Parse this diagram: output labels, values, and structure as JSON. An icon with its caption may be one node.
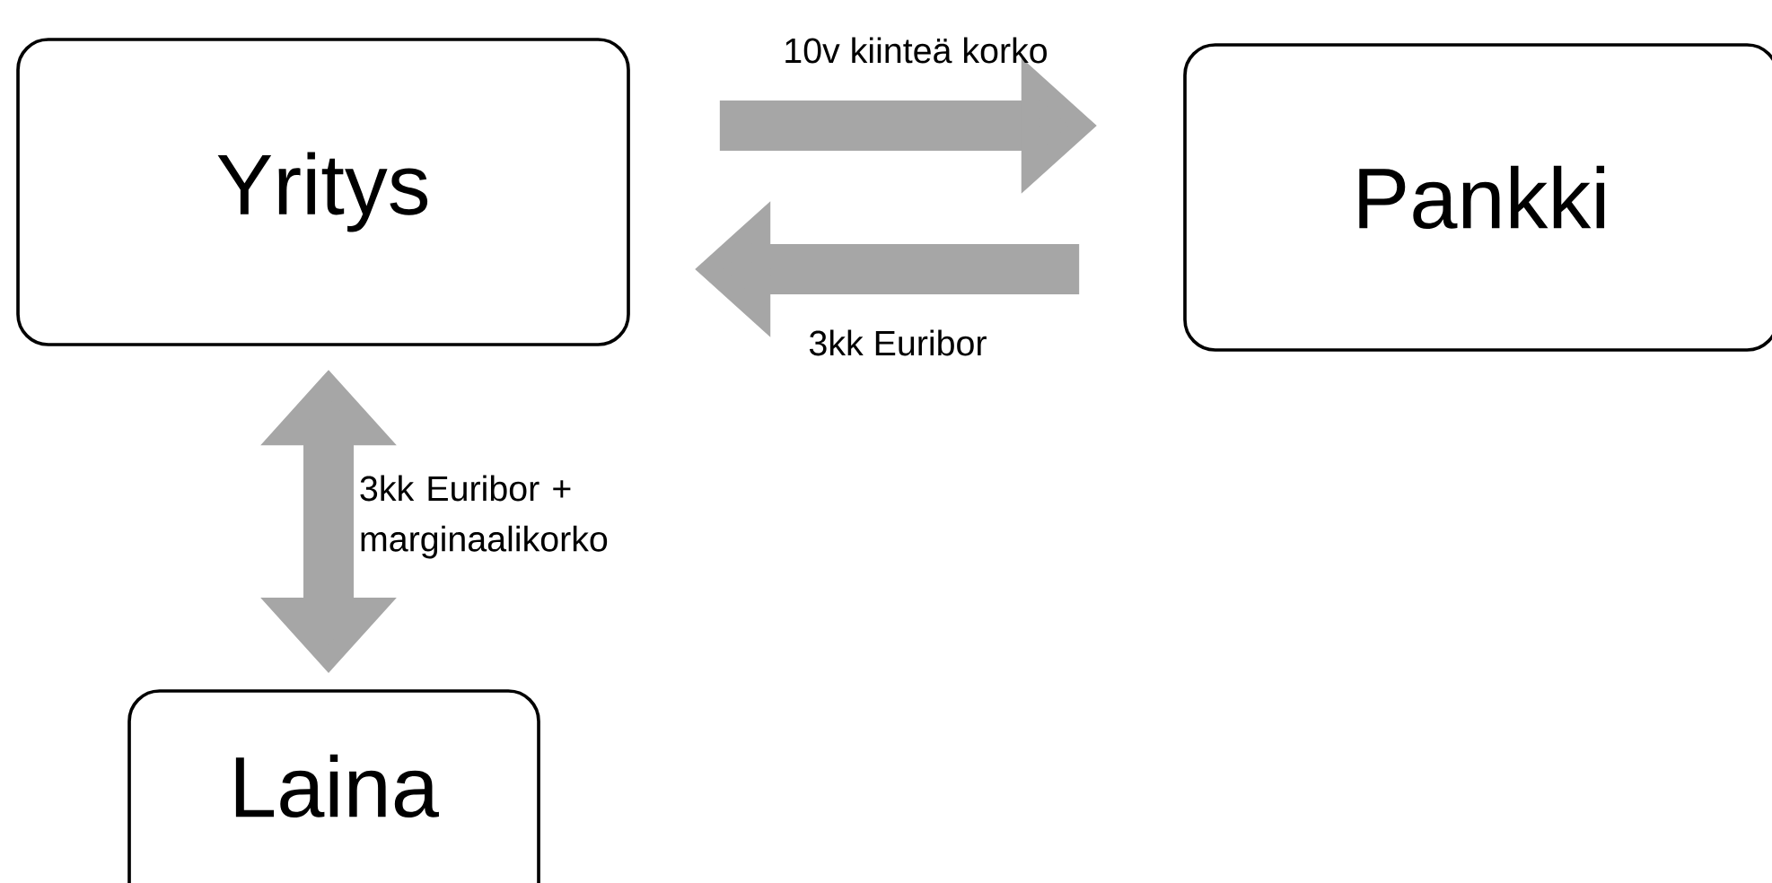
{
  "diagram": {
    "nodes": [
      {
        "text": [
          "Yritys"
        ]
      },
      {
        "text": [
          "Pankki"
        ]
      },
      {
        "text": [
          "Laina"
        ]
      }
    ],
    "edges": [
      {
        "from": 0,
        "to": 1,
        "arrow": "to",
        "label": "10v kiinteä korko"
      },
      {
        "from": 1,
        "to": 0,
        "arrow": "to",
        "label": "3kk Euribor"
      },
      {
        "from": 0,
        "to": 2,
        "arrow": "both",
        "label": "3kk Euribor + marginaalikorko"
      }
    ]
  }
}
